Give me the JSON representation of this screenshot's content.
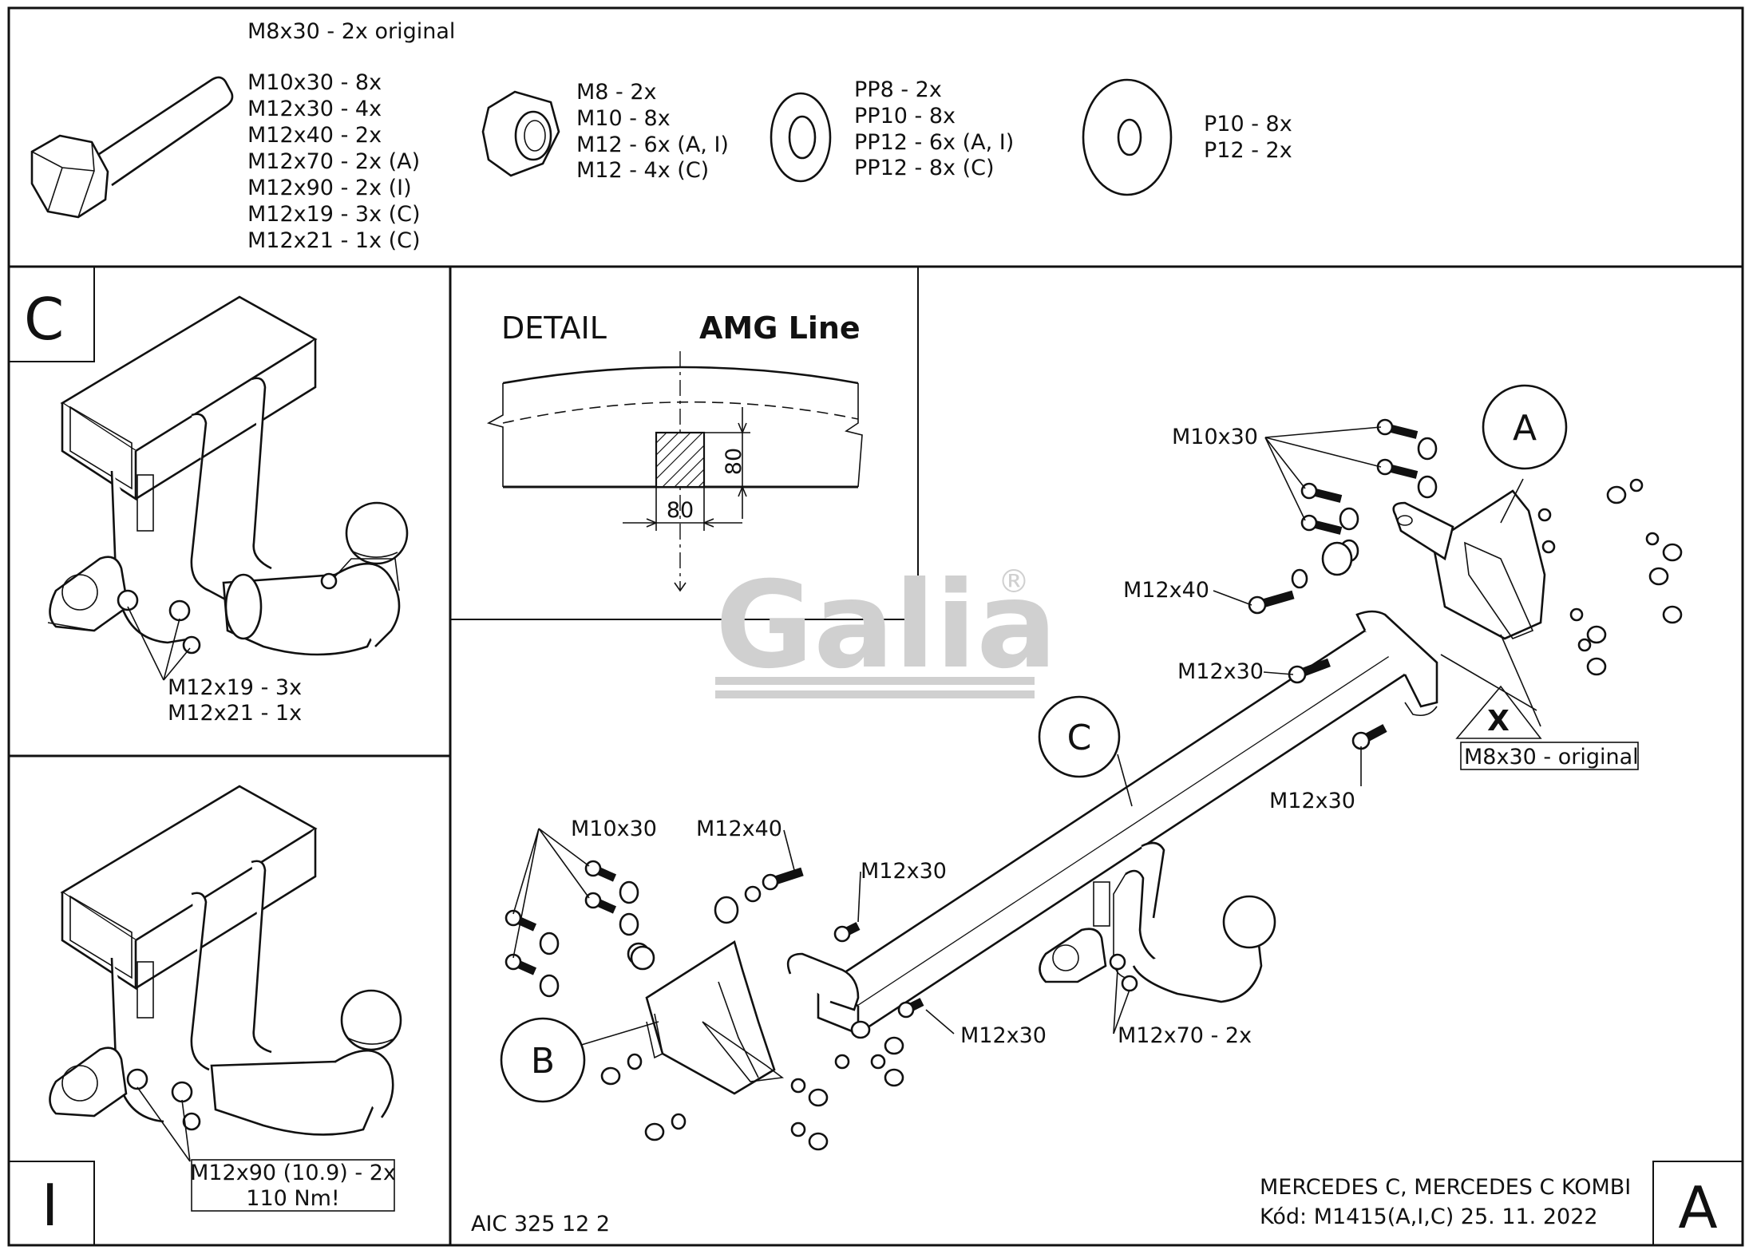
{
  "hardware": {
    "bolt_original": "M8x30 - 2x original",
    "bolts": [
      "M10x30 - 8x",
      "M12x30 - 4x",
      "M12x40 - 2x",
      "M12x70 - 2x (A)",
      "M12x90 - 2x (I)",
      "M12x19 - 3x (C)",
      "M12x21 - 1x (C)"
    ],
    "nuts": [
      "M8 - 2x",
      "M10 - 8x",
      "M12 - 6x (A, I)",
      "M12 - 4x (C)"
    ],
    "washers_small": [
      "PP8 - 2x",
      "PP10 - 8x",
      "PP12 - 6x (A, I)",
      "PP12 - 8x (C)"
    ],
    "washers_large": [
      "P10 - 8x",
      "P12 - 2x"
    ]
  },
  "panel_c": {
    "letter": "C",
    "bolt_label_1": "M12x19 - 3x",
    "bolt_label_2": "M12x21 - 1x"
  },
  "detail": {
    "title": "DETAIL",
    "subtitle": "AMG Line",
    "dim_vertical": "80",
    "dim_horizontal": "80"
  },
  "panel_i": {
    "letter": "I",
    "bolt_label": "M12x90 (10.9) - 2x",
    "torque": "110 Nm!"
  },
  "main": {
    "callouts": {
      "a_m10x30": "M10x30",
      "a_m12x40": "M12x40",
      "a_m12x30_1": "M12x30",
      "a_m12x30_2": "M12x30",
      "m8_original": "M8x30 - original",
      "b_m10x30": "M10x30",
      "b_m12x40": "M12x40",
      "b_m12x30": "M12x30",
      "mid_m12x30": "M12x30",
      "ball_m12x70": "M12x70 - 2x"
    },
    "circle_a": "A",
    "circle_b": "B",
    "circle_c": "C",
    "detail_mark": "X",
    "brand": "Galia",
    "registered": "®"
  },
  "footer": {
    "code": "AIC 325 12 2",
    "vehicle": "MERCEDES C, MERCEDES C KOMBI",
    "kod": "Kód: M1415(A,I,C)  25. 11. 2022",
    "letter": "A"
  }
}
